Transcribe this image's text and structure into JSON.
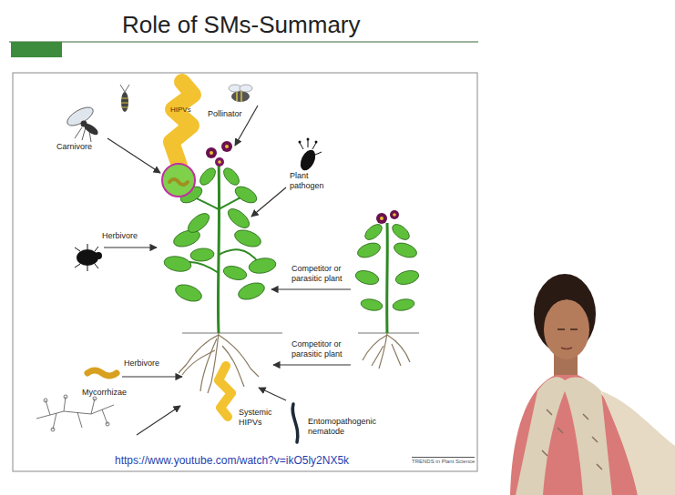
{
  "diagram": {
    "title": "Role of SMs-Summary",
    "labels": [
      "Carnivore",
      "HIPVs",
      "Pollinator",
      "Plant pathogen",
      "Herbivore",
      "Competitor or parasitic plant",
      "Herbivore",
      "Competitor or parasitic plant",
      "Mycorrhizae",
      "Systemic HIPVs",
      "Entomopathogenic nematode",
      "https://www.youtube.com/watch?v=ikO5ly2NX5k",
      "TRENDS in Plant Science"
    ]
  }
}
